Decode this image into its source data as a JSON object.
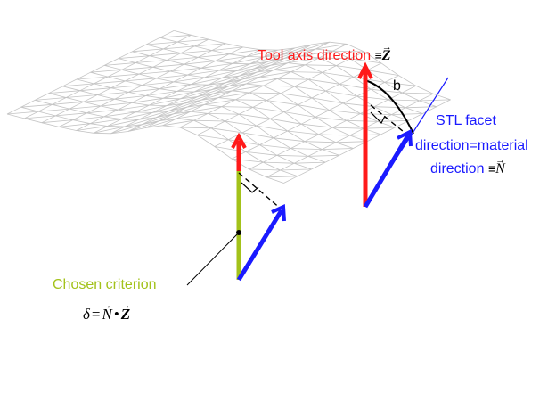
{
  "colors": {
    "mesh": "#c4c4c4",
    "tool_axis": "#ff1a1a",
    "material": "#1a1aff",
    "criterion": "#a3c21a",
    "black": "#000000"
  },
  "labels": {
    "tool_axis": "Tool axis direction",
    "tool_axis_symbol": "Z",
    "angle": "b",
    "stl_line1": "STL facet",
    "stl_line2": "direction=material",
    "stl_line3": "direction",
    "stl_symbol": "N",
    "equiv": "≡",
    "criterion": "Chosen criterion",
    "formula_lhs": "δ",
    "formula_eq": "=",
    "formula_n": "N",
    "formula_dot": "•",
    "formula_z": "Z"
  }
}
